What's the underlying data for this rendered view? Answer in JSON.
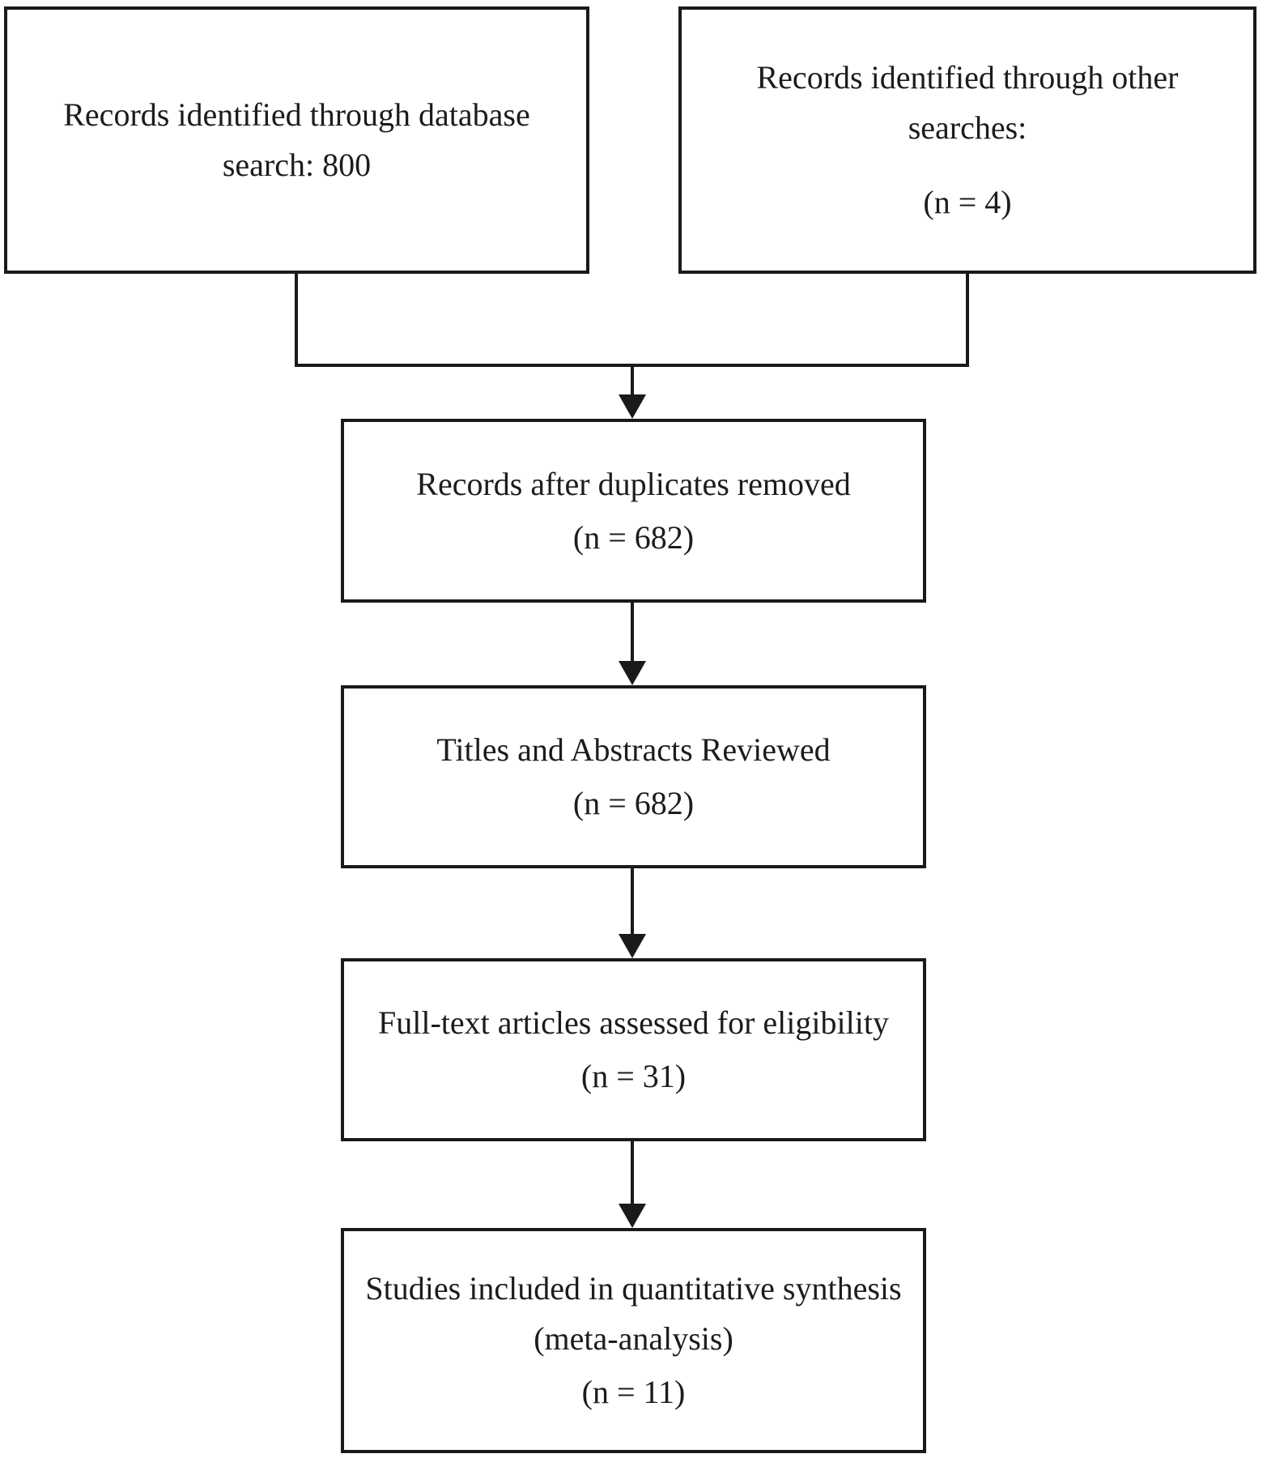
{
  "figure": {
    "type": "flowchart",
    "background_color": "#ffffff",
    "line_color": "#1a1a1a",
    "text_color": "#1c1c1c",
    "boxes": [
      {
        "id": "records-database-search",
        "lines": [
          "Records identified through database",
          "search: 800"
        ],
        "n": 800
      },
      {
        "id": "records-other-searches",
        "lines": [
          "Records identified through other",
          "searches:"
        ],
        "count": "(n = 4)",
        "n": 4
      },
      {
        "id": "records-after-duplicates-removed",
        "lines": [
          "Records after duplicates removed"
        ],
        "count": "(n = 682)",
        "n": 682
      },
      {
        "id": "titles-abstracts-reviewed",
        "lines": [
          "Titles and Abstracts Reviewed"
        ],
        "count": "(n = 682)",
        "n": 682
      },
      {
        "id": "fulltext-assessed-eligibility",
        "lines": [
          "Full-text articles assessed for eligibility"
        ],
        "count": "(n = 31)",
        "n": 31
      },
      {
        "id": "studies-included-quantitative-synthesis",
        "lines": [
          "Studies included in quantitative synthesis",
          "(meta-analysis)"
        ],
        "count": "(n = 11)",
        "n": 11
      }
    ]
  }
}
